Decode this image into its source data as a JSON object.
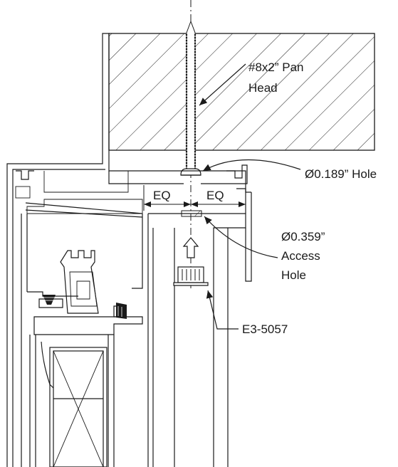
{
  "labels": {
    "screw": [
      "#8x2” Pan",
      "Head"
    ],
    "hole": "Ø0.189” Hole",
    "access": [
      "Ø0.359”",
      "Access",
      "Hole"
    ],
    "part": "E3-5057",
    "eq_left": "EQ",
    "eq_right": "EQ"
  }
}
